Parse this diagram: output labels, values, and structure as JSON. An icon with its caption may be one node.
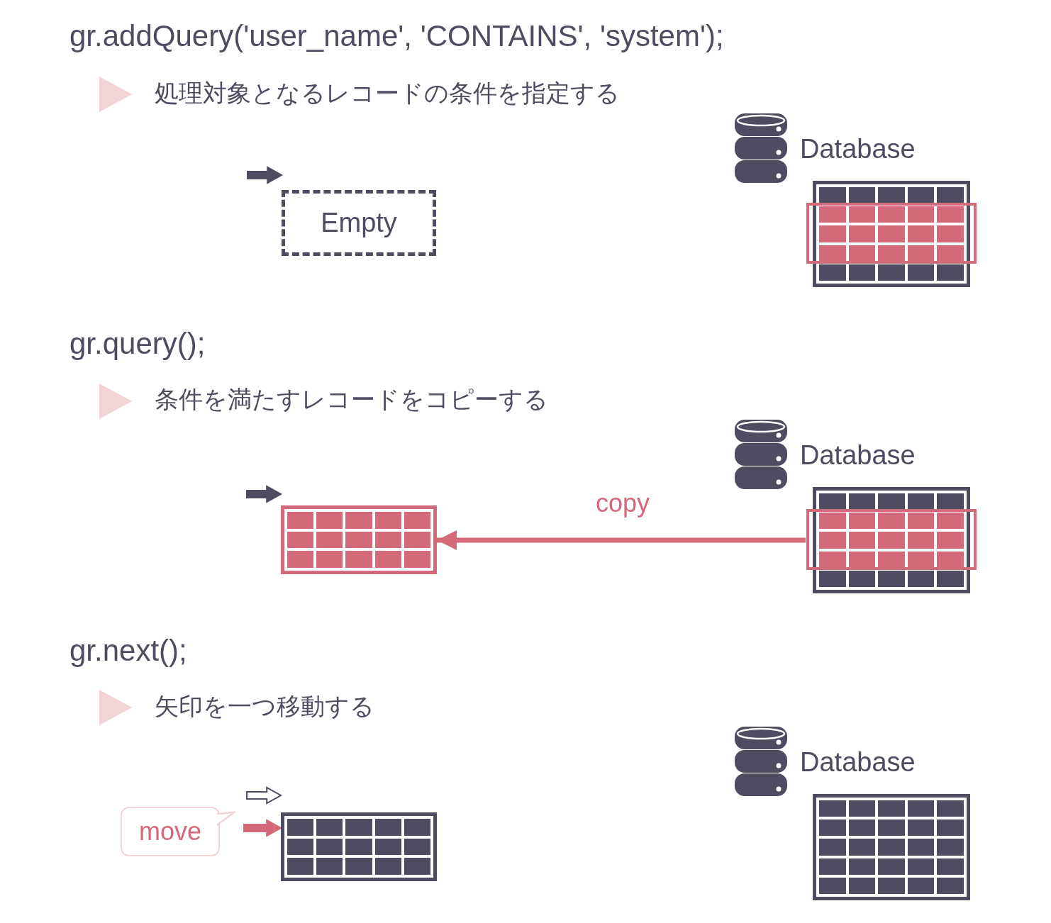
{
  "diagram": {
    "nodes": [
      {
        "text": [
          "Empty"
        ]
      },
      {
        "text": [],
        "shape": "table",
        "beside": [
          "Database"
        ]
      },
      {
        "text": [],
        "shape": "table"
      },
      {
        "text": [],
        "shape": "table",
        "beside": [
          "Database"
        ]
      },
      {
        "text": [
          "move"
        ]
      },
      {
        "text": [],
        "shape": "table"
      },
      {
        "text": [],
        "shape": "table",
        "beside": [
          "Database"
        ]
      }
    ],
    "edges": [
      {
        "from": null,
        "to": 0,
        "arrow": "to"
      },
      {
        "from": 3,
        "to": 2,
        "arrow": "to",
        "label": "copy",
        "color": "#d4697a"
      },
      {
        "from": null,
        "to": 2,
        "arrow": "to"
      },
      {
        "from": null,
        "to": 5,
        "arrow": "to",
        "color": "#ffffff"
      },
      {
        "from": null,
        "to": 5,
        "arrow": "to",
        "color": "#d4697a"
      }
    ],
    "labels": [
      "gr.addQuery('user_name', 'CONTAINS', 'system');",
      "処理対象となるレコードの条件を指定する",
      "gr.query();",
      "条件を満たすレコードをコピーする",
      "gr.next();",
      "矢印を一つ移動する"
    ]
  }
}
